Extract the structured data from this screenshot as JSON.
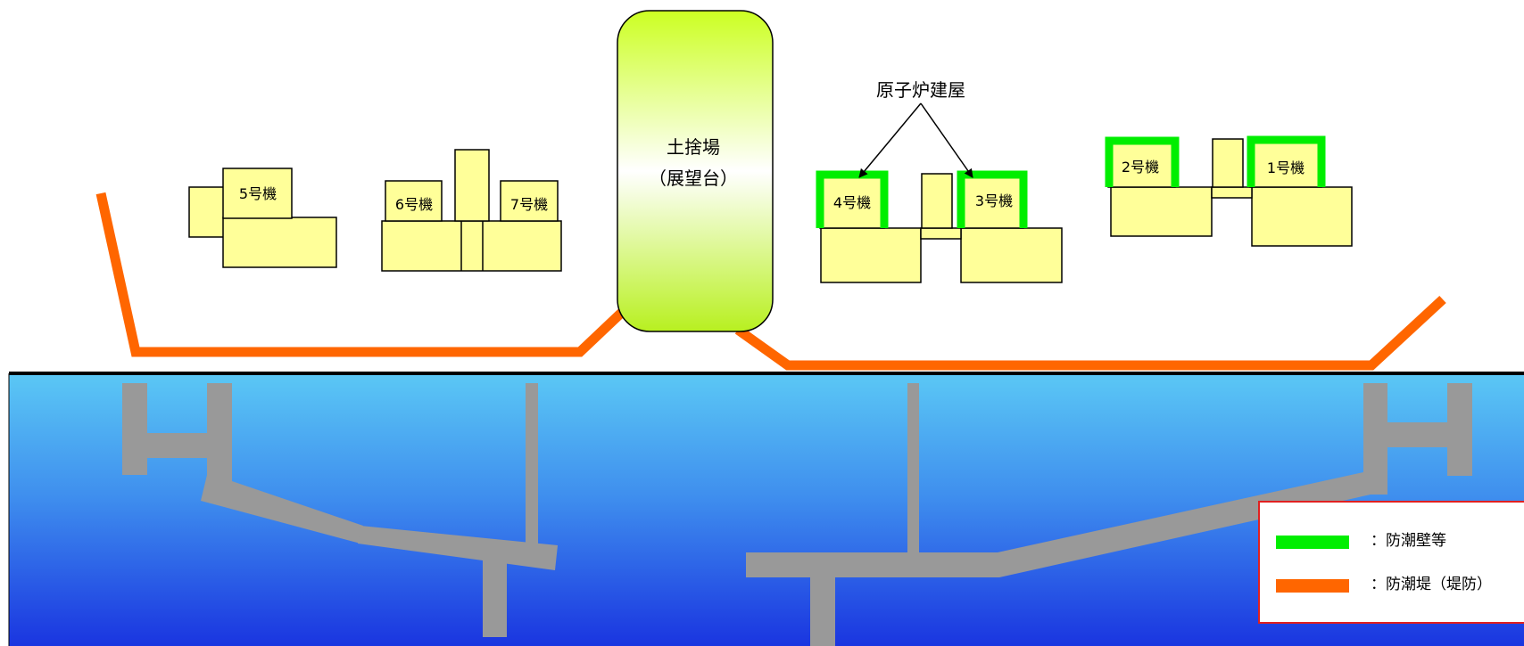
{
  "labels": {
    "reactor_building": "原子炉建屋",
    "dump_site_line1": "土捨場",
    "dump_site_line2": "（展望台）"
  },
  "units": {
    "u1": "1号機",
    "u2": "2号機",
    "u3": "3号機",
    "u4": "4号機",
    "u5": "5号機",
    "u6": "6号機",
    "u7": "7号機"
  },
  "legend": {
    "wall": {
      "text": "：防潮壁等",
      "color": "#00ee00"
    },
    "levee": {
      "text": "：防潮堤（堤防）",
      "color": "#ff6600"
    }
  },
  "colors": {
    "building_fill": "#ffff99",
    "pier": "#999999",
    "sea_top": "#5bc8f5",
    "sea_bottom": "#1a35e0",
    "legend_border": "#e02020"
  }
}
